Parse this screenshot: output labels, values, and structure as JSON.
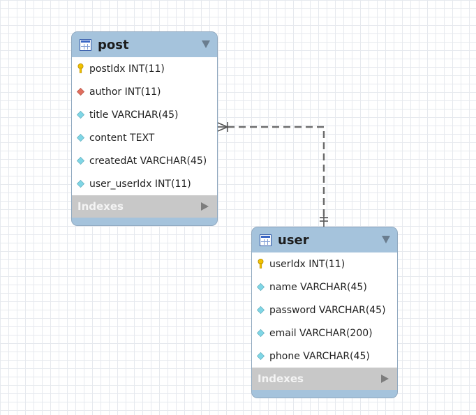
{
  "tables": [
    {
      "name": "post",
      "columns": [
        {
          "text": "postIdx INT(11)",
          "icon": "primary-key-icon",
          "color": "#f2c200"
        },
        {
          "text": "author INT(11)",
          "icon": "foreign-key-diamond-icon",
          "color": "#e06e5e"
        },
        {
          "text": "title VARCHAR(45)",
          "icon": "column-diamond-icon",
          "color": "#7fd6e6"
        },
        {
          "text": "content TEXT",
          "icon": "column-diamond-icon",
          "color": "#7fd6e6"
        },
        {
          "text": "createdAt VARCHAR(45)",
          "icon": "column-diamond-icon",
          "color": "#7fd6e6"
        },
        {
          "text": "user_userIdx INT(11)",
          "icon": "column-diamond-icon",
          "color": "#7fd6e6"
        }
      ],
      "indexes_label": "Indexes"
    },
    {
      "name": "user",
      "columns": [
        {
          "text": "userIdx INT(11)",
          "icon": "primary-key-icon",
          "color": "#f2c200"
        },
        {
          "text": "name VARCHAR(45)",
          "icon": "column-diamond-icon",
          "color": "#7fd6e6"
        },
        {
          "text": "password VARCHAR(45)",
          "icon": "column-diamond-icon",
          "color": "#7fd6e6"
        },
        {
          "text": "email VARCHAR(200)",
          "icon": "column-diamond-icon",
          "color": "#7fd6e6"
        },
        {
          "text": "phone VARCHAR(45)",
          "icon": "column-diamond-icon",
          "color": "#7fd6e6"
        }
      ],
      "indexes_label": "Indexes"
    }
  ],
  "relationship": {
    "from_table": "post",
    "to_table": "user",
    "from_end": "many",
    "to_end": "one-and-only-one",
    "line_style": "dashed",
    "color": "#6e6e6e"
  },
  "colors": {
    "header": "#a5c3dc",
    "indexes_bar": "#c8c8c8",
    "grid": "#e6e9ee"
  }
}
